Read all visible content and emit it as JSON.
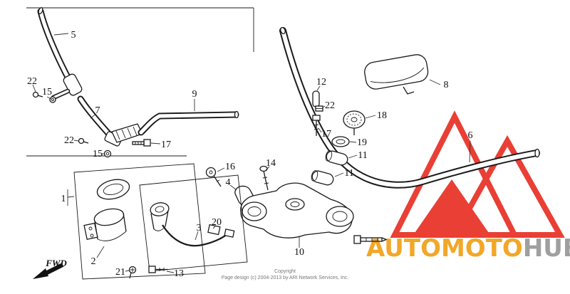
{
  "page": {
    "background_color": "#ffffff",
    "fwd_label": "FWD",
    "footer_line1": "Copyright",
    "footer_line2": "Page design (c) 2004-2013 by ARI Network Services, Inc."
  },
  "watermark": {
    "brand_first": "AUTOMOTO",
    "brand_second": "HUB",
    "logo_color": "#e8352b",
    "brand_first_color": "#f2a31d",
    "brand_second_color": "#9a9a9a"
  },
  "diagram": {
    "callouts": [
      {
        "n": "5"
      },
      {
        "n": "22"
      },
      {
        "n": "15"
      },
      {
        "n": "7"
      },
      {
        "n": "9"
      },
      {
        "n": "22"
      },
      {
        "n": "15"
      },
      {
        "n": "17"
      },
      {
        "n": "12"
      },
      {
        "n": "22"
      },
      {
        "n": "17"
      },
      {
        "n": "18"
      },
      {
        "n": "19"
      },
      {
        "n": "11"
      },
      {
        "n": "11"
      },
      {
        "n": "8"
      },
      {
        "n": "6"
      },
      {
        "n": "16"
      },
      {
        "n": "14"
      },
      {
        "n": "4"
      },
      {
        "n": "1"
      },
      {
        "n": "2"
      },
      {
        "n": "21"
      },
      {
        "n": "13"
      },
      {
        "n": "3"
      },
      {
        "n": "20"
      },
      {
        "n": "10"
      }
    ]
  }
}
